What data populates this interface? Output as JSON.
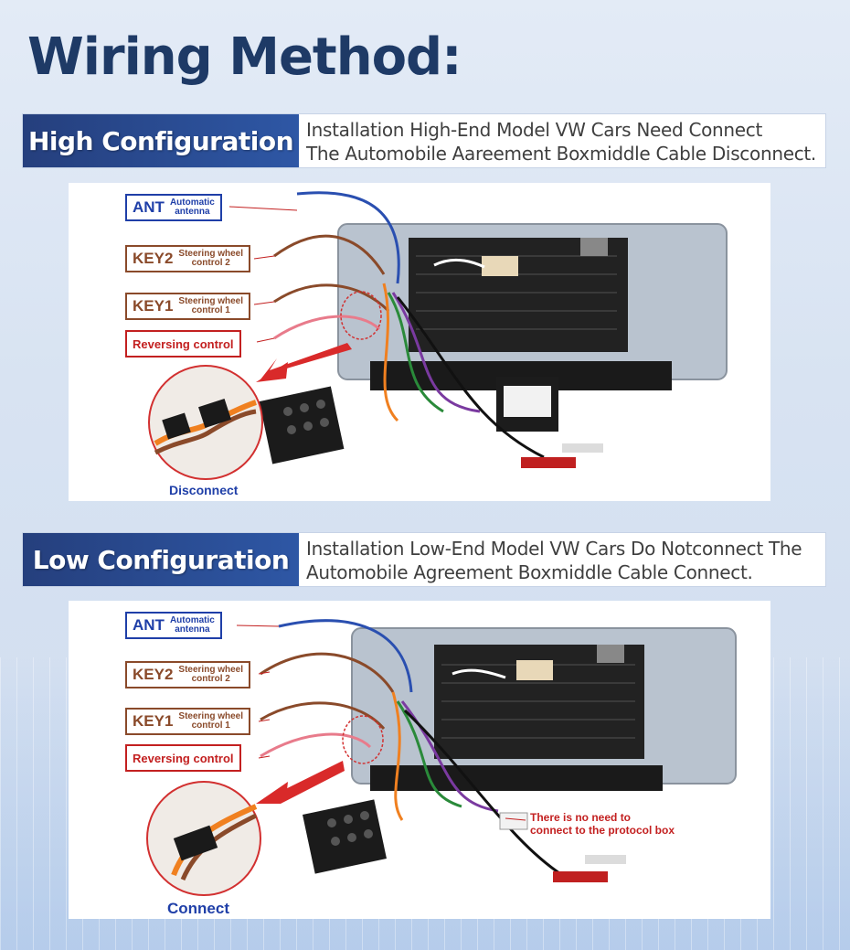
{
  "title": "Wiring Method:",
  "sections": [
    {
      "label": "High Configuration",
      "description_line1": "Installation High-End Model VW Cars Need Connect",
      "description_line2": "The Automobile Aareement Boxmiddle Cable Disconnect.",
      "callouts": {
        "ant_code": "ANT",
        "ant_sub_line1": "Automatic",
        "ant_sub_line2": "antenna",
        "key2_code": "KEY2",
        "key2_sub_line1": "Steering wheel",
        "key2_sub_line2": "control 2",
        "key1_code": "KEY1",
        "key1_sub_line1": "Steering wheel",
        "key1_sub_line2": "control 1",
        "reversing": "Reversing control"
      },
      "caption": "Disconnect"
    },
    {
      "label": "Low Configuration",
      "description_line1": "Installation Low-End Model VW Cars Do Notconnect The",
      "description_line2": "Automobile Agreement Boxmiddle Cable Connect.",
      "callouts": {
        "ant_code": "ANT",
        "ant_sub_line1": "Automatic",
        "ant_sub_line2": "antenna",
        "key2_code": "KEY2",
        "key2_sub_line1": "Steering wheel",
        "key2_sub_line2": "control 2",
        "key1_code": "KEY1",
        "key1_sub_line1": "Steering wheel",
        "key1_sub_line2": "control 1",
        "reversing": "Reversing control"
      },
      "caption": "Connect",
      "note_line1": "There is no need to",
      "note_line2": "connect to the protocol box"
    }
  ],
  "colors": {
    "title": "#1e3a66",
    "label_bg": "#2a4a90",
    "ant_blue": "#1f3fa8",
    "key_brown": "#8a4a2a",
    "reversing_red": "#c32020"
  }
}
